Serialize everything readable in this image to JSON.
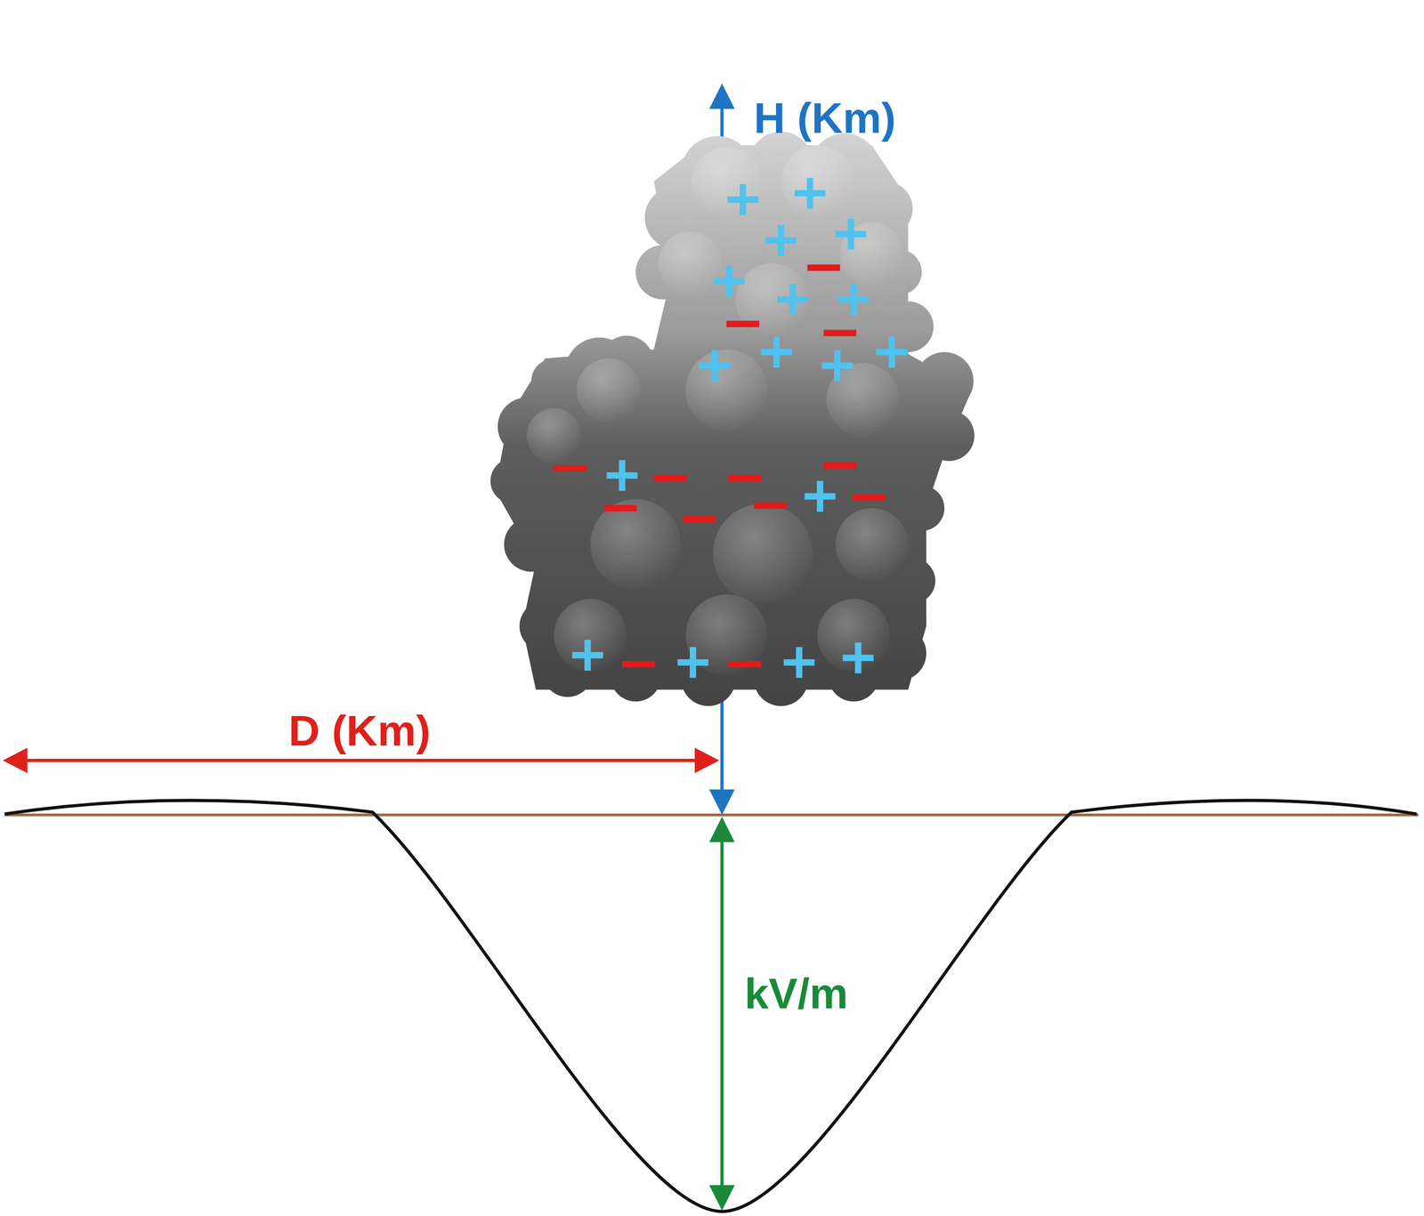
{
  "diagram": {
    "labels": [
      "H (Km)",
      "D (Km)",
      "kV/m"
    ]
  }
}
